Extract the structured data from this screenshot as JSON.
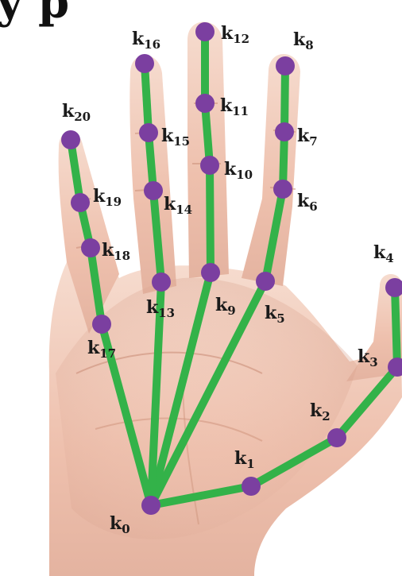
{
  "header": {
    "cut_glyph": "y p"
  },
  "colors": {
    "bone": "#33b249",
    "joint": "#7b3fa0",
    "skin_light": "#f3d3c4",
    "skin_mid": "#e8b8a3",
    "skin_shadow": "#d49f89"
  },
  "keypoints": [
    {
      "id": "k0",
      "base": "k",
      "sub": "0"
    },
    {
      "id": "k1",
      "base": "k",
      "sub": "1"
    },
    {
      "id": "k2",
      "base": "k",
      "sub": "2"
    },
    {
      "id": "k3",
      "base": "k",
      "sub": "3"
    },
    {
      "id": "k4",
      "base": "k",
      "sub": "4"
    },
    {
      "id": "k5",
      "base": "k",
      "sub": "5"
    },
    {
      "id": "k6",
      "base": "k",
      "sub": "6"
    },
    {
      "id": "k7",
      "base": "k",
      "sub": "7"
    },
    {
      "id": "k8",
      "base": "k",
      "sub": "8"
    },
    {
      "id": "k9",
      "base": "k",
      "sub": "9"
    },
    {
      "id": "k10",
      "base": "k",
      "sub": "10"
    },
    {
      "id": "k11",
      "base": "k",
      "sub": "11"
    },
    {
      "id": "k12",
      "base": "k",
      "sub": "12"
    },
    {
      "id": "k13",
      "base": "k",
      "sub": "13"
    },
    {
      "id": "k14",
      "base": "k",
      "sub": "14"
    },
    {
      "id": "k15",
      "base": "k",
      "sub": "15"
    },
    {
      "id": "k16",
      "base": "k",
      "sub": "16"
    },
    {
      "id": "k17",
      "base": "k",
      "sub": "17"
    },
    {
      "id": "k18",
      "base": "k",
      "sub": "18"
    },
    {
      "id": "k19",
      "base": "k",
      "sub": "19"
    },
    {
      "id": "k20",
      "base": "k",
      "sub": "20"
    }
  ],
  "connections": [
    [
      "k0",
      "k1"
    ],
    [
      "k1",
      "k2"
    ],
    [
      "k2",
      "k3"
    ],
    [
      "k3",
      "k4"
    ],
    [
      "k0",
      "k5"
    ],
    [
      "k5",
      "k6"
    ],
    [
      "k6",
      "k7"
    ],
    [
      "k7",
      "k8"
    ],
    [
      "k0",
      "k9"
    ],
    [
      "k9",
      "k10"
    ],
    [
      "k10",
      "k11"
    ],
    [
      "k11",
      "k12"
    ],
    [
      "k0",
      "k13"
    ],
    [
      "k13",
      "k14"
    ],
    [
      "k14",
      "k15"
    ],
    [
      "k15",
      "k16"
    ],
    [
      "k0",
      "k17"
    ],
    [
      "k17",
      "k18"
    ],
    [
      "k18",
      "k19"
    ],
    [
      "k19",
      "k20"
    ]
  ]
}
